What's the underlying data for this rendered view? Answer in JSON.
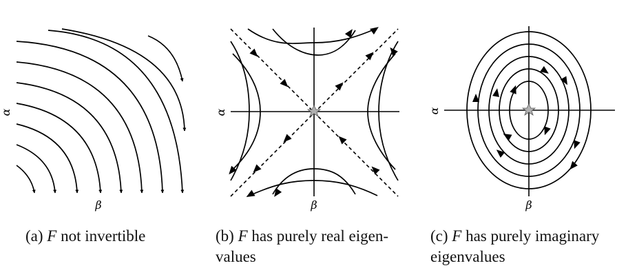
{
  "panels": [
    {
      "id": "a",
      "y_axis_label": "α",
      "x_axis_label": "β",
      "caption_prefix": "(a) ",
      "caption_var": "F",
      "caption_line1": " not invertible",
      "caption_line2": ""
    },
    {
      "id": "b",
      "y_axis_label": "α",
      "x_axis_label": "β",
      "caption_prefix": "(b) ",
      "caption_var": "F",
      "caption_line1": " has purely real eigen-",
      "caption_line2": "values"
    },
    {
      "id": "c",
      "y_axis_label": "α",
      "x_axis_label": "β",
      "caption_prefix": "(c) ",
      "caption_var": "F",
      "caption_line1": " has purely imaginary",
      "caption_line2": "eigenvalues"
    }
  ],
  "colors": {
    "ink": "#000000",
    "fixed_point": "#b0b0b0"
  }
}
